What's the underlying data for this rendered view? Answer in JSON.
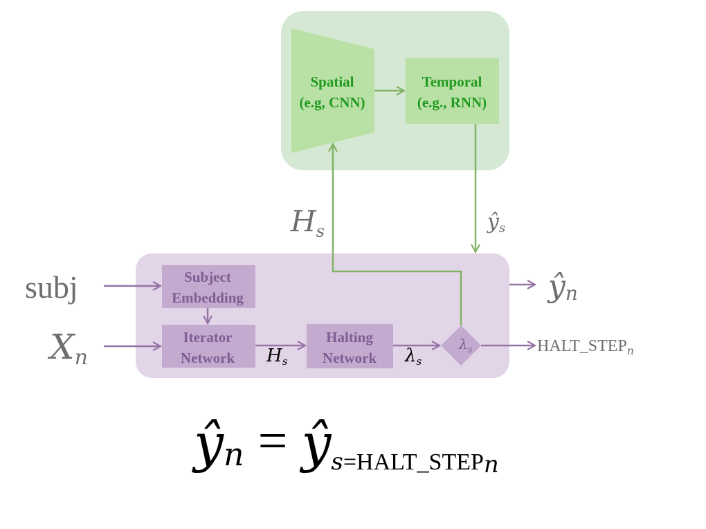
{
  "colors": {
    "green_panel": "#d5e8d4",
    "green_block": "#b9e0a5",
    "green_text": "#1f9a1f",
    "green_arrow": "#82b366",
    "purple_panel": "#e1d5e7",
    "purple_block": "#c3abd0",
    "purple_text": "#7e5e92",
    "purple_arrow": "#9673a6",
    "io_text": "#6e6e6e"
  },
  "blocks": {
    "spatial": {
      "line1": "Spatial",
      "line2": "(e.g, CNN)"
    },
    "temporal": {
      "line1": "Temporal",
      "line2": "(e.g., RNN)"
    },
    "subject_embedding": {
      "line1": "Subject",
      "line2": "Embedding"
    },
    "iterator_network": {
      "line1": "Iterator",
      "line2": "Network"
    },
    "halting_network": {
      "line1": "Halting",
      "line2": "Network"
    },
    "halting_node": {
      "symbol": "λ",
      "sub": "s"
    }
  },
  "labels": {
    "h_s_big": {
      "base": "H",
      "sub": "s"
    },
    "y_hat_s": {
      "base": "ŷ",
      "sub": "s"
    },
    "subj": "subj",
    "x_n": {
      "base": "X",
      "sub": "n"
    },
    "y_hat_n": {
      "base": "ŷ",
      "sub": "n"
    },
    "h_s_small": {
      "base": "H",
      "sub": "s"
    },
    "lambda_s": {
      "base": "λ",
      "sub": "s"
    },
    "halt_step": {
      "base": "HALT_STEP",
      "sub": "n"
    }
  },
  "equation": {
    "lhs_base": "ŷ",
    "lhs_sub": "n",
    "equals": "=",
    "rhs_base": "ŷ",
    "rhs_sub_s": "s",
    "rhs_sub_eq": "=",
    "rhs_sub_halt": "HALT_STEP",
    "rhs_sub_n": "n"
  }
}
